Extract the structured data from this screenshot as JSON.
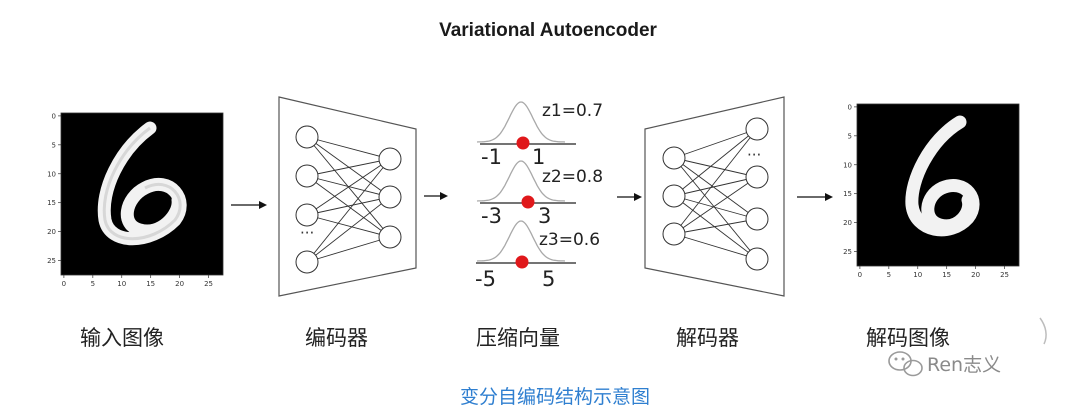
{
  "title": "Variational Autoencoder",
  "labels": {
    "input": "输入图像",
    "encoder": "编码器",
    "latent": "压缩向量",
    "decoder": "解码器",
    "output": "解码图像"
  },
  "latent_vars": [
    {
      "label": "z1=0.7",
      "left": "-1",
      "right": "1"
    },
    {
      "label": "z2=0.8",
      "left": "-3",
      "right": "3"
    },
    {
      "label": "z3=0.6",
      "left": "-5",
      "right": "5"
    }
  ],
  "axis_ticks": {
    "input_y": [
      "0",
      "5",
      "10",
      "15",
      "20",
      "25"
    ],
    "input_x": [
      "0",
      "5",
      "10",
      "15",
      "20",
      "25"
    ],
    "output_y": [
      "0",
      "5",
      "10",
      "15",
      "20",
      "25"
    ],
    "output_x": [
      "0",
      "5",
      "10",
      "15",
      "20",
      "25"
    ]
  },
  "ellipsis": "···",
  "caption": "变分自编码结构示意图",
  "watermark": "Ren志义",
  "colors": {
    "dot": "#e0181b",
    "caption": "#2f7fd0",
    "line": "#333333"
  }
}
